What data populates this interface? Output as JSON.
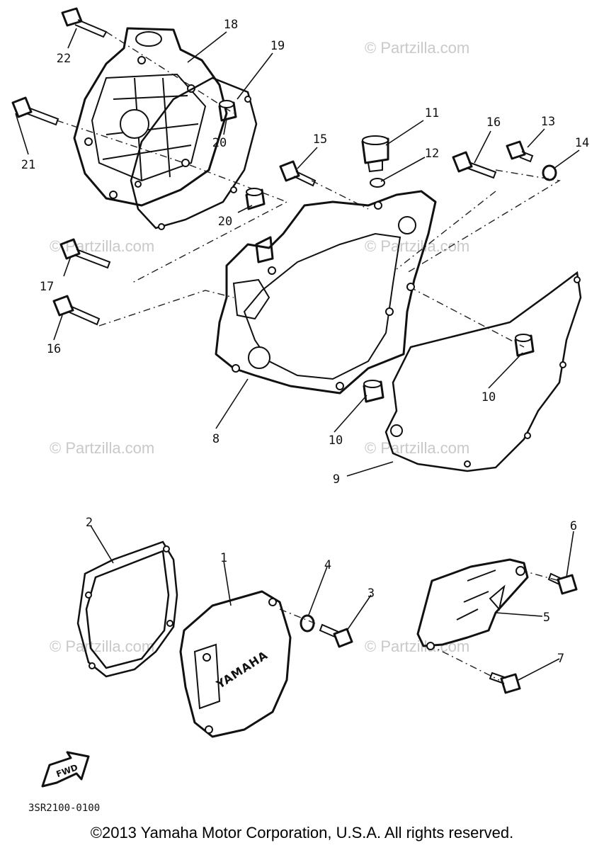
{
  "diagram": {
    "callouts": {
      "c1": "1",
      "c2": "2",
      "c3": "3",
      "c4": "4",
      "c5": "5",
      "c6": "6",
      "c7": "7",
      "c8": "8",
      "c9": "9",
      "c10a": "10",
      "c10b": "10",
      "c11": "11",
      "c12": "12",
      "c13": "13",
      "c14": "14",
      "c15": "15",
      "c16a": "16",
      "c16b": "16",
      "c17": "17",
      "c18": "18",
      "c19": "19",
      "c20a": "20",
      "c20b": "20",
      "c21": "21",
      "c22": "22"
    },
    "watermark": "© Partzilla.com",
    "cover_brand": "YAMAHA",
    "fwd_label": "FWD",
    "ref_code": "3SR2100-0100"
  },
  "footer": {
    "copyright": "©2013 Yamaha Motor Corporation, U.S.A. All rights reserved."
  }
}
